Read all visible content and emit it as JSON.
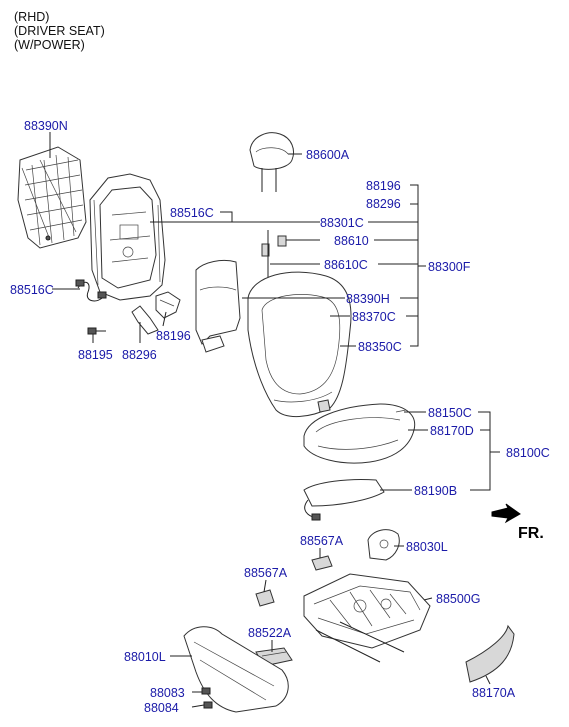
{
  "header": {
    "line1": "(RHD)",
    "line2": "(DRIVER SEAT)",
    "line3": "(W/POWER)"
  },
  "direction": {
    "label": "FR."
  },
  "parts": {
    "p88390N": "88390N",
    "p88516C_a": "88516C",
    "p88516C_b": "88516C",
    "p88195": "88195",
    "p88296_a": "88296",
    "p88196_a": "88196",
    "p88600A": "88600A",
    "p88196_b": "88196",
    "p88296_b": "88296",
    "p88301C": "88301C",
    "p88610": "88610",
    "p88610C": "88610C",
    "p88300F": "88300F",
    "p88390H": "88390H",
    "p88370C": "88370C",
    "p88350C": "88350C",
    "p88150C": "88150C",
    "p88170D": "88170D",
    "p88100C": "88100C",
    "p88190B": "88190B",
    "p88567A_a": "88567A",
    "p88030L": "88030L",
    "p88567A_b": "88567A",
    "p88500G": "88500G",
    "p88522A": "88522A",
    "p88010L": "88010L",
    "p88083": "88083",
    "p88084": "88084",
    "p88170A": "88170A"
  }
}
